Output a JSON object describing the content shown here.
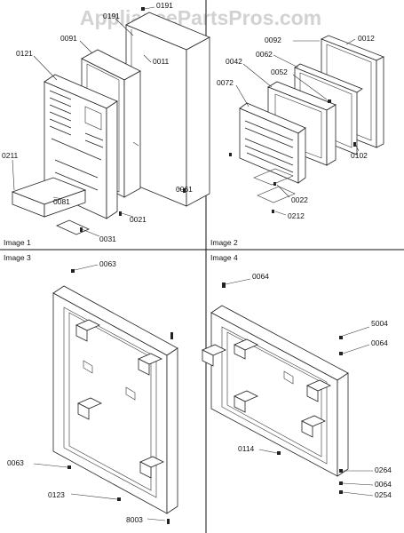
{
  "watermark": "AppliancePartsPros.com",
  "panels": [
    {
      "title": "Image 1"
    },
    {
      "title": "Image 2"
    },
    {
      "title": "Image 3"
    },
    {
      "title": "Image 4"
    }
  ],
  "labels": {
    "p1": [
      "0191",
      "0191",
      "0091",
      "0121",
      "0011",
      "0211",
      "0081",
      "0021",
      "0061",
      "0031"
    ],
    "p2": [
      "0092",
      "0012",
      "0042",
      "0062",
      "0052",
      "0072",
      "0102",
      "0022",
      "0212"
    ],
    "p3": [
      "0063",
      "0063",
      "0123",
      "8003"
    ],
    "p4": [
      "0064",
      "5004",
      "0064",
      "0114",
      "0264",
      "0064",
      "0254"
    ]
  }
}
